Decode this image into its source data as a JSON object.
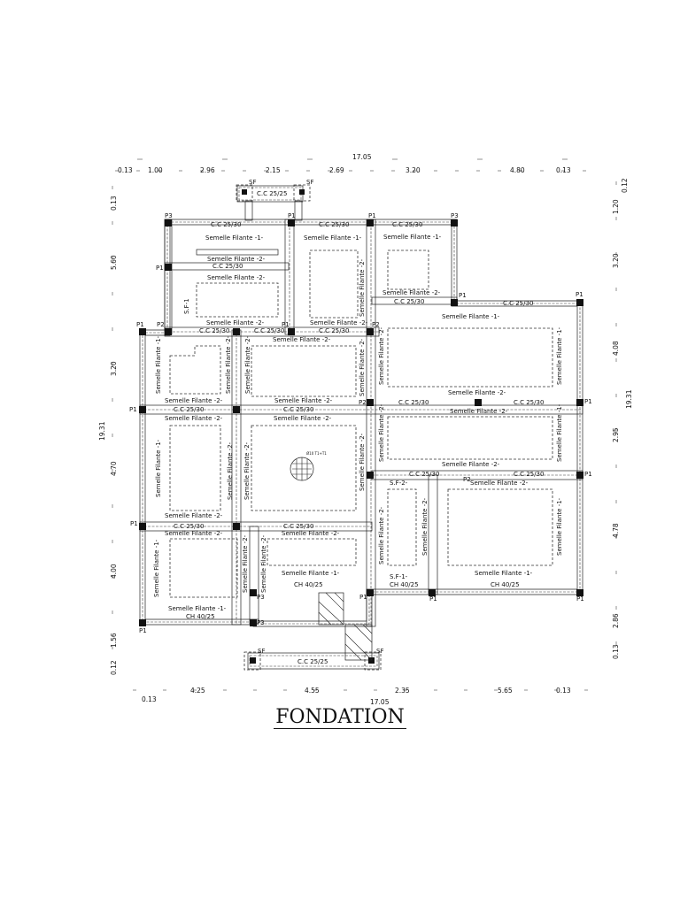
{
  "title": "FONDATION",
  "top_dims": {
    "total": "17.05",
    "segments": [
      "0.13",
      "1.00",
      "2.96",
      "2.15",
      "2.69",
      "3.20",
      "4.80",
      "0.13"
    ]
  },
  "bottom_dims": {
    "total": "17.05",
    "segments": [
      "4.25",
      "4.55",
      "2.35",
      "5.65",
      "0.13"
    ],
    "left_extra": "0.13"
  },
  "left_dims": {
    "total": "19.31",
    "segments": [
      "0.13",
      "5.60",
      "3.20",
      "4.70",
      "4.00",
      "1.56",
      "0.12"
    ]
  },
  "right_dims": {
    "total": "19.31",
    "segments": [
      "0.12",
      "1.20",
      "3.20",
      "4.08",
      "2.95",
      "4.78",
      "2.86",
      "0.13"
    ]
  },
  "labels": {
    "sf1": "Semelle Filante -1-",
    "sf2": "Semelle Filante -2-",
    "sf_short": "S.F-1-",
    "sf_short2": "S.F-2-",
    "sf_short_alt": "S.F-1",
    "sf": "SF",
    "p1": "P1",
    "p2": "P2",
    "p3": "P3",
    "cc": "C.C 25/30",
    "ch": "CH 40/25",
    "cc2": "C.C 25/25",
    "detail": "Ø10 T1+T1"
  },
  "stroke_color": "#222222"
}
